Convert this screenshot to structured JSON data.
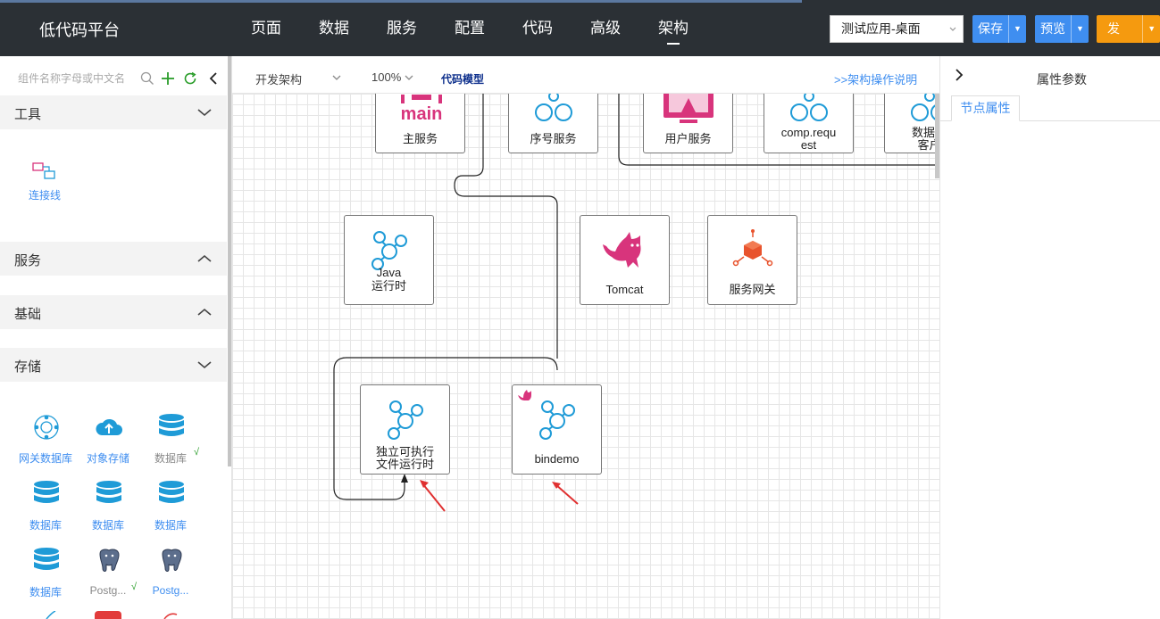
{
  "app": {
    "title": "低代码平台"
  },
  "nav": {
    "items": [
      {
        "label": "页面"
      },
      {
        "label": "数据"
      },
      {
        "label": "服务"
      },
      {
        "label": "配置"
      },
      {
        "label": "代码"
      },
      {
        "label": "高级"
      },
      {
        "label": "架构"
      }
    ],
    "active": "架构"
  },
  "header": {
    "app_select_value": "测试应用-桌面",
    "save_label": "保存",
    "preview_label": "预览",
    "publish_label": "发布"
  },
  "sidebar": {
    "search_placeholder": "组件名称字母或中文名",
    "sections": {
      "tools": "工具",
      "services": "服务",
      "basics": "基础",
      "storage": "存储"
    },
    "tool_items": [
      {
        "label": "连接线",
        "icon": "connector-icon"
      }
    ],
    "storage_items": [
      {
        "label": "网关数据库",
        "icon": "gateway-db-icon"
      },
      {
        "label": "对象存储",
        "icon": "cloud-upload-icon"
      },
      {
        "label": "数据库",
        "icon": "database-icon",
        "checked": true
      },
      {
        "label": "数据库",
        "icon": "database-icon"
      },
      {
        "label": "数据库",
        "icon": "database-icon"
      },
      {
        "label": "数据库",
        "icon": "database-icon"
      },
      {
        "label": "数据库",
        "icon": "database-icon"
      },
      {
        "label": "Postg...",
        "icon": "postgres-icon",
        "checked": true
      },
      {
        "label": "Postg...",
        "icon": "postgres-icon"
      }
    ],
    "check_mark": "√"
  },
  "toolbar": {
    "mode_label": "开发架构",
    "zoom_label": "100%",
    "code_model_label": "代码模型",
    "help_link": ">>架构操作说明"
  },
  "canvas": {
    "nodes": [
      {
        "label": "主服务",
        "icon": "main-service-icon"
      },
      {
        "label": "序号服务",
        "icon": "service-node-icon"
      },
      {
        "label": "用户服务",
        "icon": "user-monitor-icon"
      },
      {
        "label_line1": "comp.requ",
        "label_line2": "est",
        "icon": "service-node-icon"
      },
      {
        "label_line1": "数据库",
        "label_line2": "客户",
        "icon": "service-node-icon"
      },
      {
        "label_line1": "Java",
        "label_line2": "运行时",
        "icon": "service-node-icon"
      },
      {
        "label": "Tomcat",
        "icon": "tomcat-icon"
      },
      {
        "label": "服务网关",
        "icon": "gateway-icon"
      },
      {
        "label_line1": "独立可执行",
        "label_line2": "文件运行时",
        "icon": "service-node-icon"
      },
      {
        "label": "bindemo",
        "icon": "service-node-icon"
      }
    ],
    "main_logo_text": "main"
  },
  "right_panel": {
    "title": "属性参数",
    "tab_label": "节点属性"
  },
  "colors": {
    "topbar": "#2b3035",
    "primary": "#3f8ef0",
    "publish": "#f59a0f",
    "node_icon": "#1f9bd7",
    "main_logo": "#d8347c",
    "annotation_arrow": "#e03030"
  }
}
